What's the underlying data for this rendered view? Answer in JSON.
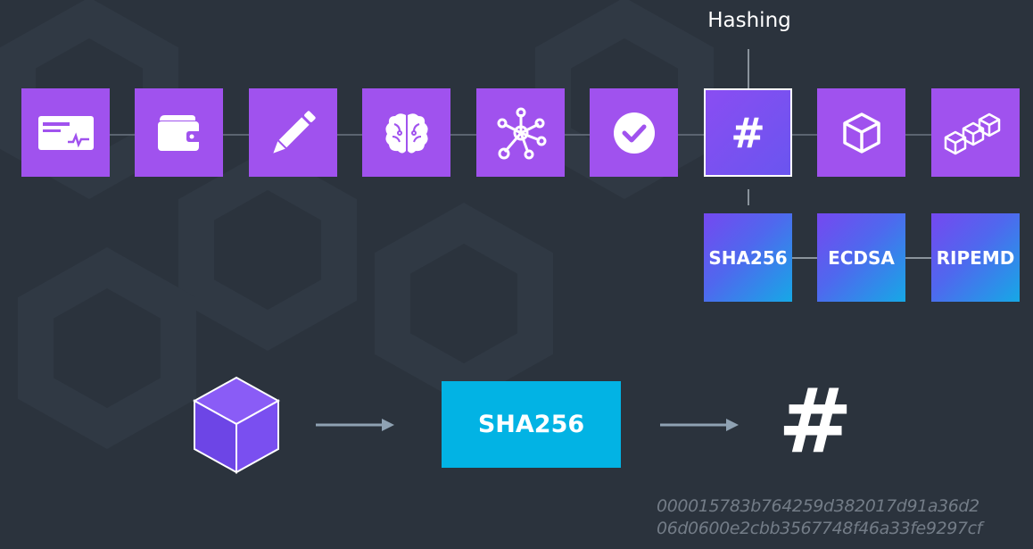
{
  "title": "Hashing",
  "pipeline": [
    {
      "icon": "check-document-icon"
    },
    {
      "icon": "wallet-icon"
    },
    {
      "icon": "pencil-icon"
    },
    {
      "icon": "brain-icon"
    },
    {
      "icon": "network-icon"
    },
    {
      "icon": "checkmark-circle-icon"
    },
    {
      "icon": "hash-icon",
      "glyph": "#",
      "active": true
    },
    {
      "icon": "cube-icon"
    },
    {
      "icon": "blockchain-icon"
    }
  ],
  "algorithms": [
    "SHA256",
    "ECDSA",
    "RIPEMD"
  ],
  "flow": {
    "input_icon": "cube-icon",
    "function_label": "SHA256",
    "output_glyph": "#",
    "digest_lines": [
      "000015783b764259d382017d91a36d2",
      "06d0600e2cbb3567748f46a33fe9297cf"
    ]
  },
  "colors": {
    "background": "#2b333d",
    "step": "#a052ee",
    "function_box": "#02b3e4",
    "algo_gradient": [
      "#7548f0",
      "#16a8e6"
    ]
  }
}
